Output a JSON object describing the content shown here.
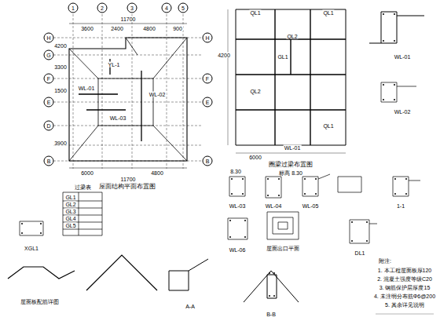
{
  "diagram": {
    "nodes": [
      {
        "text": [
          "1"
        ]
      },
      {
        "text": [
          "2"
        ]
      },
      {
        "text": [
          "3"
        ]
      },
      {
        "text": [
          "4"
        ]
      },
      {
        "text": [
          "5"
        ]
      },
      {
        "text": [
          "H"
        ]
      },
      {
        "text": [
          "G"
        ]
      },
      {
        "text": [
          "F"
        ]
      },
      {
        "text": [
          "E"
        ]
      },
      {
        "text": [
          "D"
        ]
      },
      {
        "text": [
          "B"
        ]
      },
      {
        "text": [
          "H"
        ]
      },
      {
        "text": [
          "F"
        ]
      },
      {
        "text": [
          "E"
        ]
      },
      {
        "text": [
          "B"
        ]
      }
    ],
    "labels": [
      "11700",
      "3600",
      "2400",
      "4800",
      "900",
      "6000",
      "4800",
      "11700",
      "4200",
      "3300",
      "1500",
      "3900",
      "WL-01",
      "WL-02",
      "WL-03",
      "YL-1",
      "屋面结构平面布置图",
      "QL1",
      "QL2",
      "QL1",
      "GL1",
      "QL2",
      "QL1",
      "WL-01",
      "6000",
      "4200",
      "圈梁过梁布置图",
      "标高 8.30",
      "WL-01",
      "WL-02",
      "8.30",
      "WL-03",
      "WL-04",
      "WL-05",
      "1-1",
      "XGL1",
      "过梁表",
      "GL1",
      "GL2",
      "GL3",
      "GL4",
      "GL5",
      "WL-06",
      "屋面出口平面",
      "DL1",
      "屋面板配筋详图",
      "A-A",
      "B-B",
      "附注:",
      "1. 本工程屋面板厚120",
      "2. 混凝土强度等级C20",
      "3. 钢筋保护层厚度15",
      "4. 未注明分布筋Φ6@200",
      "5. 其余详见说明"
    ]
  }
}
